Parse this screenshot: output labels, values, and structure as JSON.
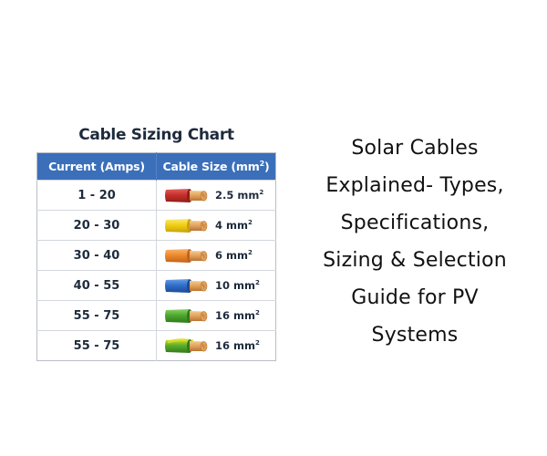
{
  "chart": {
    "title": "Cable Sizing Chart",
    "headers": {
      "current": "Current (Amps)",
      "size": "Cable Size (mm",
      "size_sup": "2",
      "size_close": ")"
    },
    "rows": [
      {
        "current": "1 - 20",
        "size": "2.5 mm",
        "unit_sup": "2",
        "wire_color": "red",
        "insulation": "#c8302b",
        "insulation_dark": "#8f1d1a",
        "insulation_light": "#e0605a"
      },
      {
        "current": "20 - 30",
        "size": "4 mm",
        "unit_sup": "2",
        "wire_color": "yellow",
        "insulation": "#f1cf16",
        "insulation_dark": "#c9a10a",
        "insulation_light": "#fbe870"
      },
      {
        "current": "30 - 40",
        "size": "6 mm",
        "unit_sup": "2",
        "wire_color": "orange",
        "insulation": "#ee8a2c",
        "insulation_dark": "#c2621a",
        "insulation_light": "#f7b36b"
      },
      {
        "current": "40 - 55",
        "size": "10 mm",
        "unit_sup": "2",
        "wire_color": "blue",
        "insulation": "#2f6fcb",
        "insulation_dark": "#1c4a94",
        "insulation_light": "#6a9de6"
      },
      {
        "current": "55 - 75",
        "size": "16 mm",
        "unit_sup": "2",
        "wire_color": "green",
        "insulation": "#4ea82f",
        "insulation_dark": "#2f7a1b",
        "insulation_light": "#8ad063"
      },
      {
        "current": "55 - 75",
        "size": "16 mm",
        "unit_sup": "2",
        "wire_color": "green-yellow",
        "insulation": "#5cae2a",
        "insulation_dark": "#2f7a1b",
        "insulation_light": "#d6de2a"
      }
    ],
    "colors": {
      "header_bg": "#3b6fba",
      "title_text": "#1e2b3c",
      "copper": "#e2a25c",
      "copper_dark": "#b87434"
    }
  },
  "headline": {
    "lines": [
      "Solar Cables",
      "Explained- Types,",
      "Specifications,",
      "Sizing & Selection",
      "Guide for PV",
      "Systems"
    ]
  }
}
